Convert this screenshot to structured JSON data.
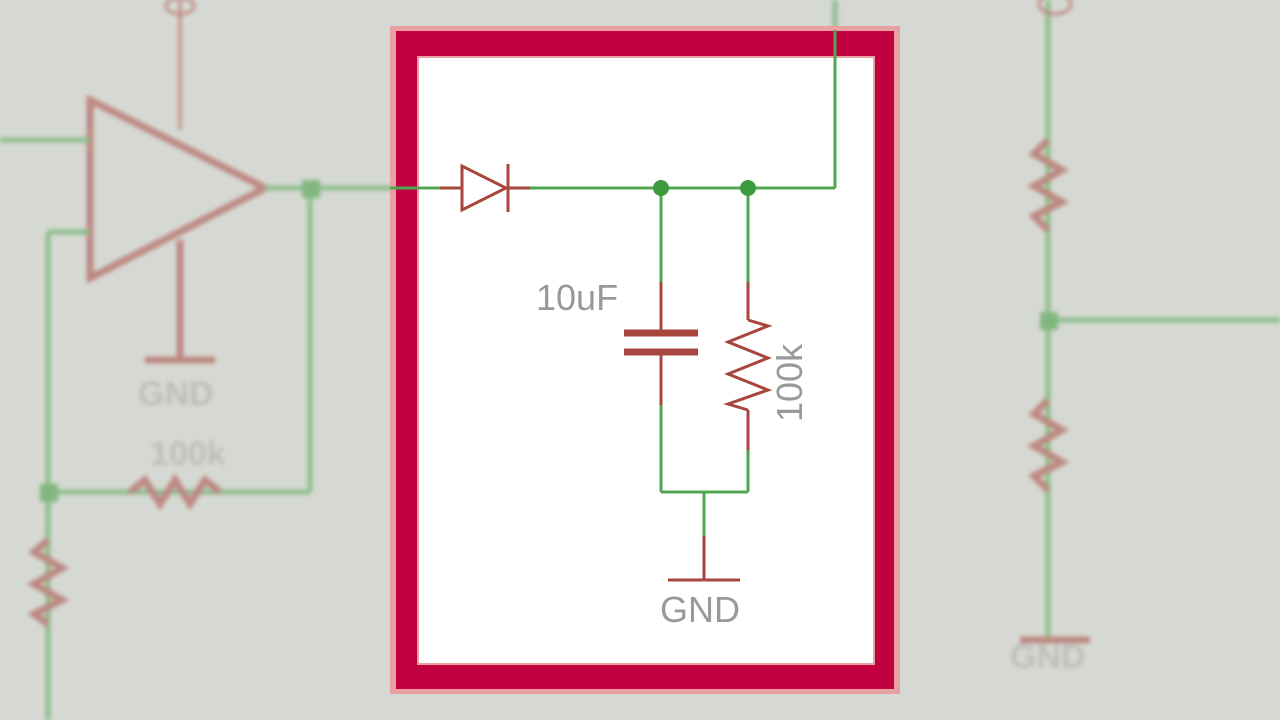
{
  "components": {
    "capacitor_value": "10uF",
    "resistor_value": "100k",
    "ground_label": "GND"
  },
  "background": {
    "gnd_label_left": "GND",
    "resistor_label_left": "100k",
    "gnd_label_right": "GND"
  },
  "colors": {
    "highlight_frame": "#c0003f",
    "wire": "#4fa64f",
    "component": "#a8463e",
    "label": "#999999"
  }
}
